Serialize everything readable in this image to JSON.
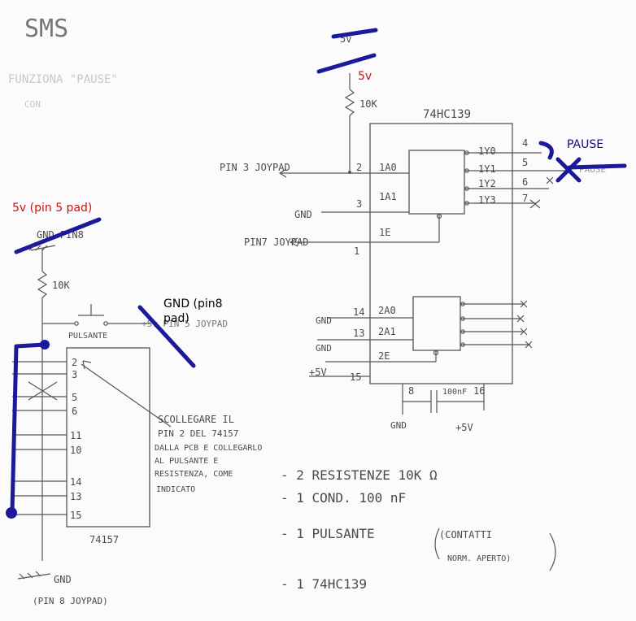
{
  "header": {
    "title": "SMS",
    "subtitle_faint": "FUNZIONA \"PAUSE\"",
    "faint_small": "CON"
  },
  "notes": {
    "top_5v": "5v",
    "left_5v": "5v (pin 5 pad)",
    "gnd_pin8": "GND (pin8 pad)",
    "pause": "PAUSE",
    "struck_gnd_pin8": "GND PIN8",
    "struck_pin5": "+5v PIN 5 JOYPAD",
    "struck_top": "5v"
  },
  "chip139": {
    "name": "74HC139",
    "resistor": "10K",
    "left_pins": [
      {
        "num": "2",
        "label": "1A0",
        "signal": "PIN 3 JOYPAD"
      },
      {
        "num": "3",
        "label": "1A1",
        "signal": "GND"
      },
      {
        "num": "",
        "label": "1E",
        "signal": "PIN7 JOYPAD"
      },
      {
        "num": "1",
        "label": "",
        "signal": ""
      }
    ],
    "right_pins": [
      {
        "num": "4",
        "label": "1Y0"
      },
      {
        "num": "5",
        "label": "1Y1"
      },
      {
        "num": "6",
        "label": "1Y2"
      },
      {
        "num": "7",
        "label": "1Y3"
      }
    ],
    "pause_faint": "PAUSE",
    "lower_pins": [
      {
        "num": "14",
        "label": "2A0",
        "signal": "GND"
      },
      {
        "num": "13",
        "label": "2A1",
        "signal": "GND"
      },
      {
        "num": "",
        "label": "2E",
        "signal": ""
      },
      {
        "num": "15",
        "label": "",
        "signal": "+5V"
      }
    ],
    "bottom_pins": {
      "gnd_num": "8",
      "cap": "100nF",
      "vcc_num": "16",
      "gnd_label": "GND",
      "vcc_label": "+5V"
    }
  },
  "chip157": {
    "name": "74157",
    "resistor": "10K",
    "button": "PULSANTE",
    "pins": [
      "2",
      "3",
      "5",
      "6",
      "11",
      "10",
      "14",
      "13",
      "15"
    ],
    "gnd_label": "GND",
    "gnd_sub": "(PIN 8 JOYPAD)"
  },
  "instructions": {
    "line1": "SCOLLEGARE IL",
    "line2": "PIN 2 DEL 74157",
    "line3": "DALLA PCB E COLLEGARLO",
    "line4": "AL PULSANTE E",
    "line5": "RESISTENZA, COME",
    "line6": "INDICATO"
  },
  "bom": [
    "- 2 RESISTENZE 10K Ω",
    "- 1 COND. 100 nF",
    "- 1 PULSANTE",
    "(CONTATTI",
    "NORM. APERTO)",
    "- 1 74HC139"
  ]
}
